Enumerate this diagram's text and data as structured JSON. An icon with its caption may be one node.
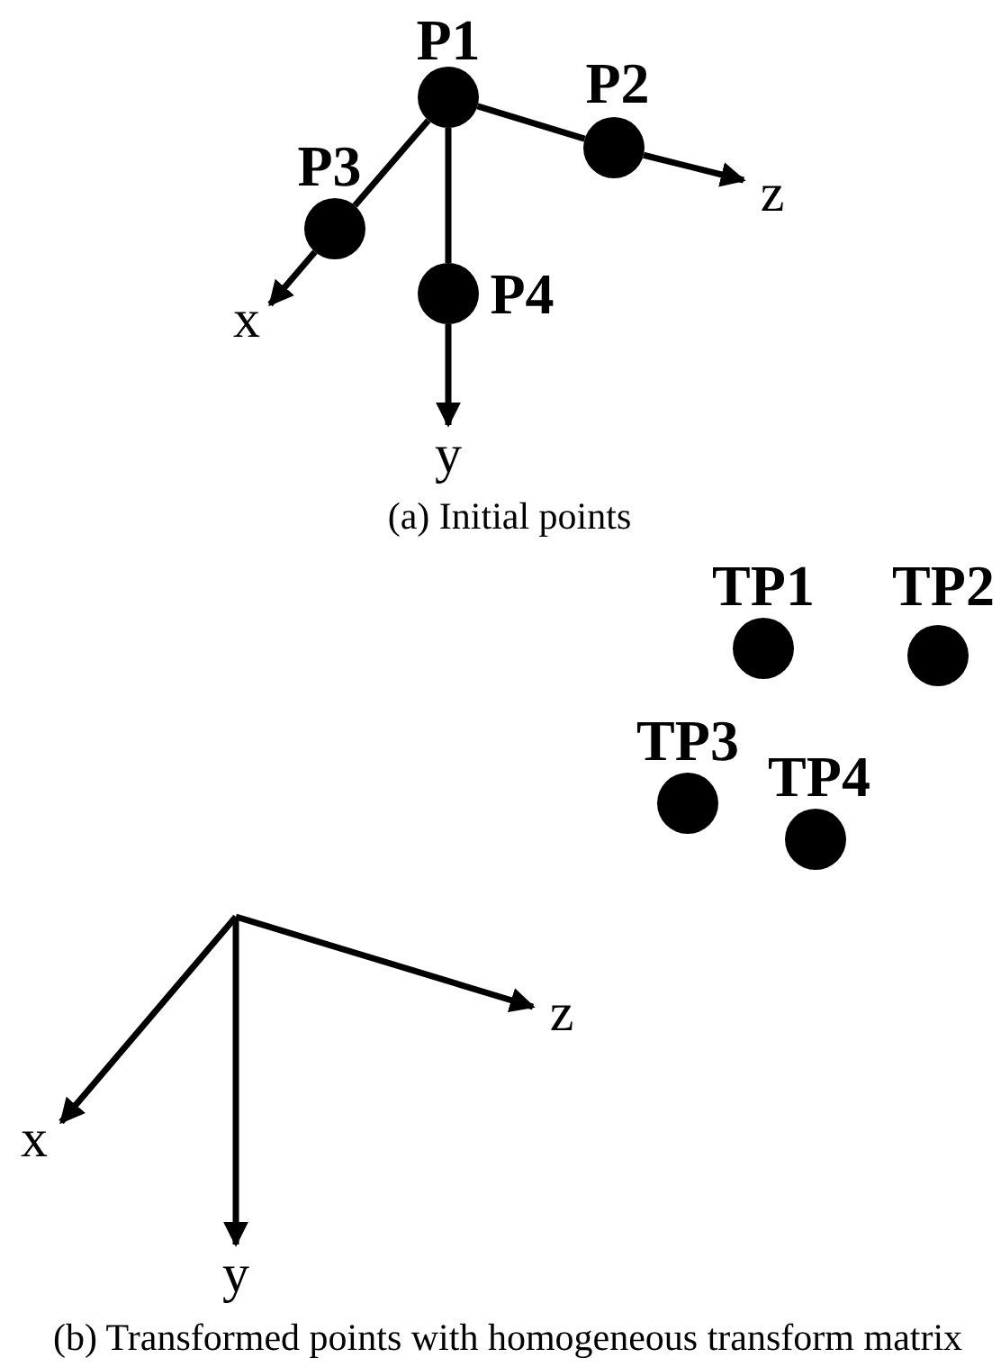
{
  "diagram": {
    "nodes": [
      {
        "text": [
          "P1"
        ]
      },
      {
        "text": [
          "P2"
        ]
      },
      {
        "text": [
          "P3"
        ]
      },
      {
        "text": [
          "P4"
        ]
      },
      {
        "text": [
          "TP1"
        ]
      },
      {
        "text": [
          "TP2"
        ]
      },
      {
        "text": [
          "TP3"
        ]
      },
      {
        "text": [
          "TP4"
        ]
      },
      {
        "text": [
          "z"
        ]
      },
      {
        "text": [
          "x"
        ]
      },
      {
        "text": [
          "y"
        ]
      }
    ],
    "edges": [
      {
        "from": 0,
        "to": 1,
        "arrow": "none"
      },
      {
        "from": 1,
        "to": 8,
        "arrow": "to"
      },
      {
        "from": 0,
        "to": 2,
        "arrow": "none"
      },
      {
        "from": 2,
        "to": 9,
        "arrow": "to"
      },
      {
        "from": 0,
        "to": 3,
        "arrow": "none"
      },
      {
        "from": 3,
        "to": 10,
        "arrow": "to"
      }
    ],
    "labels": [
      "(a) Initial points",
      "z",
      "x",
      "y",
      "(b) Transformed points with homogeneous transform matrix"
    ]
  }
}
